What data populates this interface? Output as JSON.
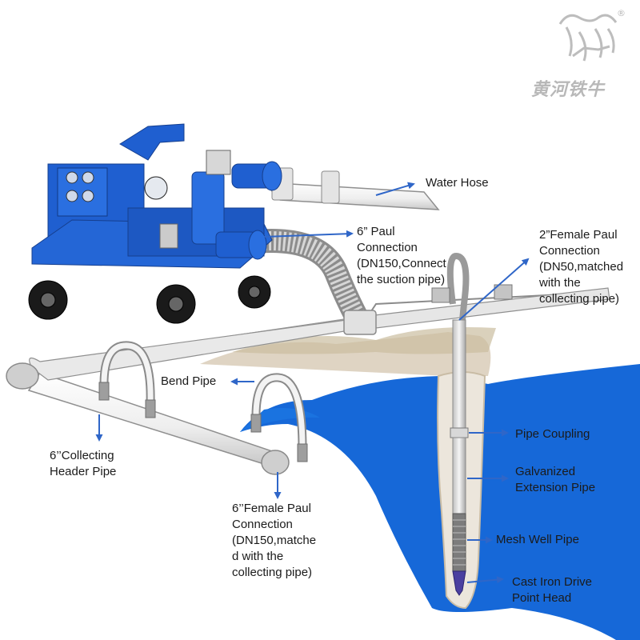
{
  "brand": {
    "name": "黄河铁牛",
    "registered_mark": "®"
  },
  "colors": {
    "pump_blue": "#1f5fd0",
    "water_blue": "#1668d8",
    "arrow_blue": "#2f66c8",
    "pipe_fill": "#f2f2f2",
    "soil": "#d9cdb8"
  },
  "labels": {
    "water_hose": "Water Hose",
    "paul_connection_6": "6” Paul\nConnection\n(DN150,Connect\nthe suction pipe)",
    "female_paul_2": "2”Female Paul\nConnection\n(DN50,matched\nwith the\ncollecting pipe)",
    "bend_pipe": "Bend Pipe",
    "collecting_header": "6’’Collecting\nHeader Pipe",
    "female_paul_6": "6’’Female Paul\nConnection\n(DN150,matche\nd with the\ncollecting pipe)",
    "pipe_coupling": "Pipe Coupling",
    "galvanized_pipe": "Galvanized\nExtension Pipe",
    "mesh_well_pipe": "Mesh Well Pipe",
    "drive_point": "Cast Iron Drive\nPoint Head"
  }
}
